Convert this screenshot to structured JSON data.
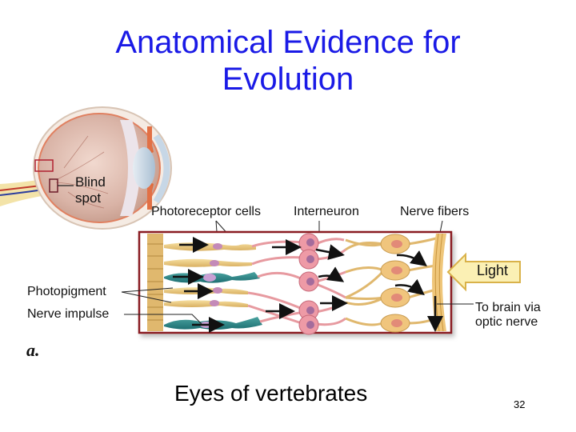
{
  "slide": {
    "title_line1": "Anatomical Evidence for",
    "title_line2": "Evolution",
    "caption": "Eyes of vertebrates",
    "page_number": "32",
    "title_color": "#1a1ae6"
  },
  "figure": {
    "panel_letter": "a.",
    "labels": {
      "blind_spot_line1": "Blind",
      "blind_spot_line2": "spot",
      "photoreceptor_cells": "Photoreceptor cells",
      "interneuron": "Interneuron",
      "nerve_fibers": "Nerve fibers",
      "photopigment": "Photopigment",
      "nerve_impulse": "Nerve impulse",
      "light": "Light",
      "to_brain_line1": "To brain via",
      "to_brain_line2": "optic nerve"
    }
  }
}
